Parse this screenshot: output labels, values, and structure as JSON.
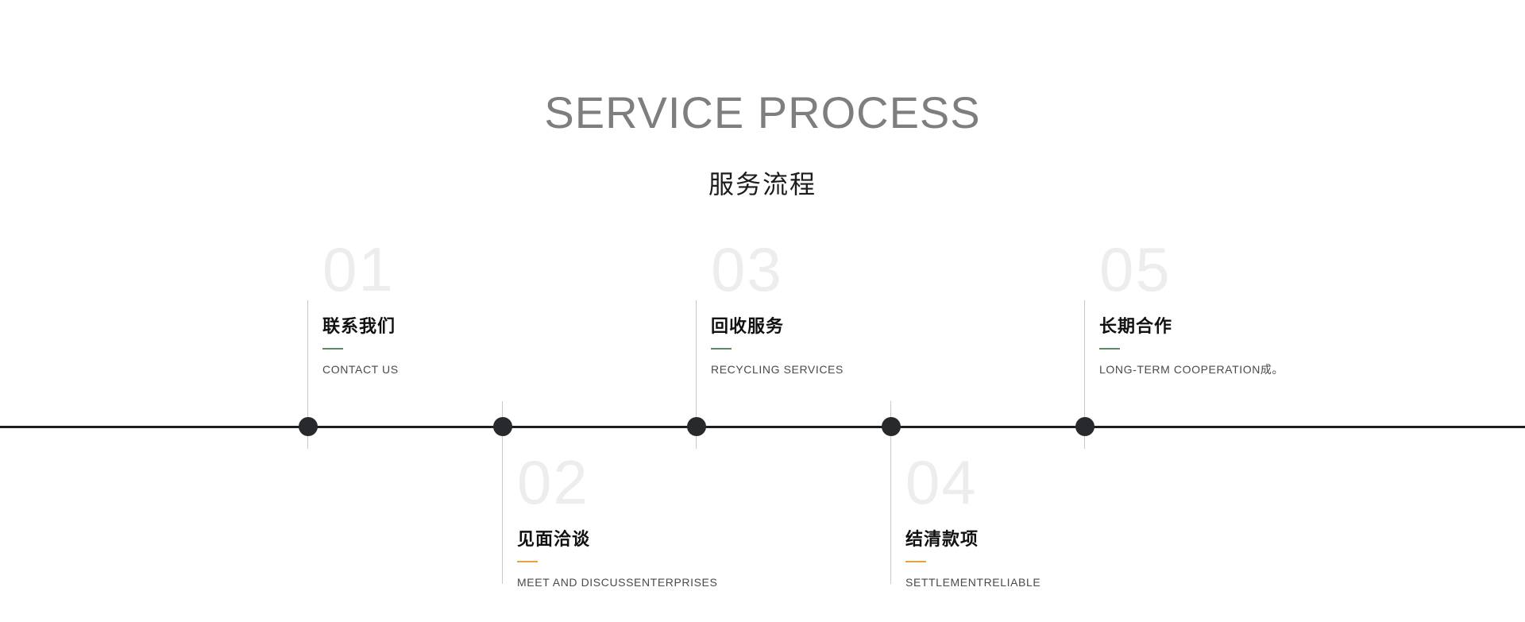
{
  "header": {
    "title_en": "SERVICE PROCESS",
    "title_cn": "服务流程"
  },
  "theme": {
    "accent_green": "#5f8a62",
    "accent_orange": "#e8a33d",
    "line_color": "#1c1f22",
    "dot_color": "#27292c",
    "number_color": "#ededed",
    "connector_color": "#c9c9c9",
    "title_en_color": "#7e7e7e",
    "background": "#ffffff"
  },
  "timeline": {
    "steps": [
      {
        "number": "01",
        "title_cn": "联系我们",
        "title_en": "CONTACT US",
        "accent": "green",
        "position": "above"
      },
      {
        "number": "02",
        "title_cn": "见面洽谈",
        "title_en": "MEET AND DISCUSSENTERPRISES",
        "accent": "orange",
        "position": "below"
      },
      {
        "number": "03",
        "title_cn": "回收服务",
        "title_en": "RECYCLING SERVICES",
        "accent": "green",
        "position": "above"
      },
      {
        "number": "04",
        "title_cn": "结清款项",
        "title_en": "SETTLEMENTRELIABLE",
        "accent": "orange",
        "position": "below"
      },
      {
        "number": "05",
        "title_cn": "长期合作",
        "title_en": "LONG-TERM COOPERATION成。",
        "accent": "green",
        "position": "above"
      }
    ]
  }
}
